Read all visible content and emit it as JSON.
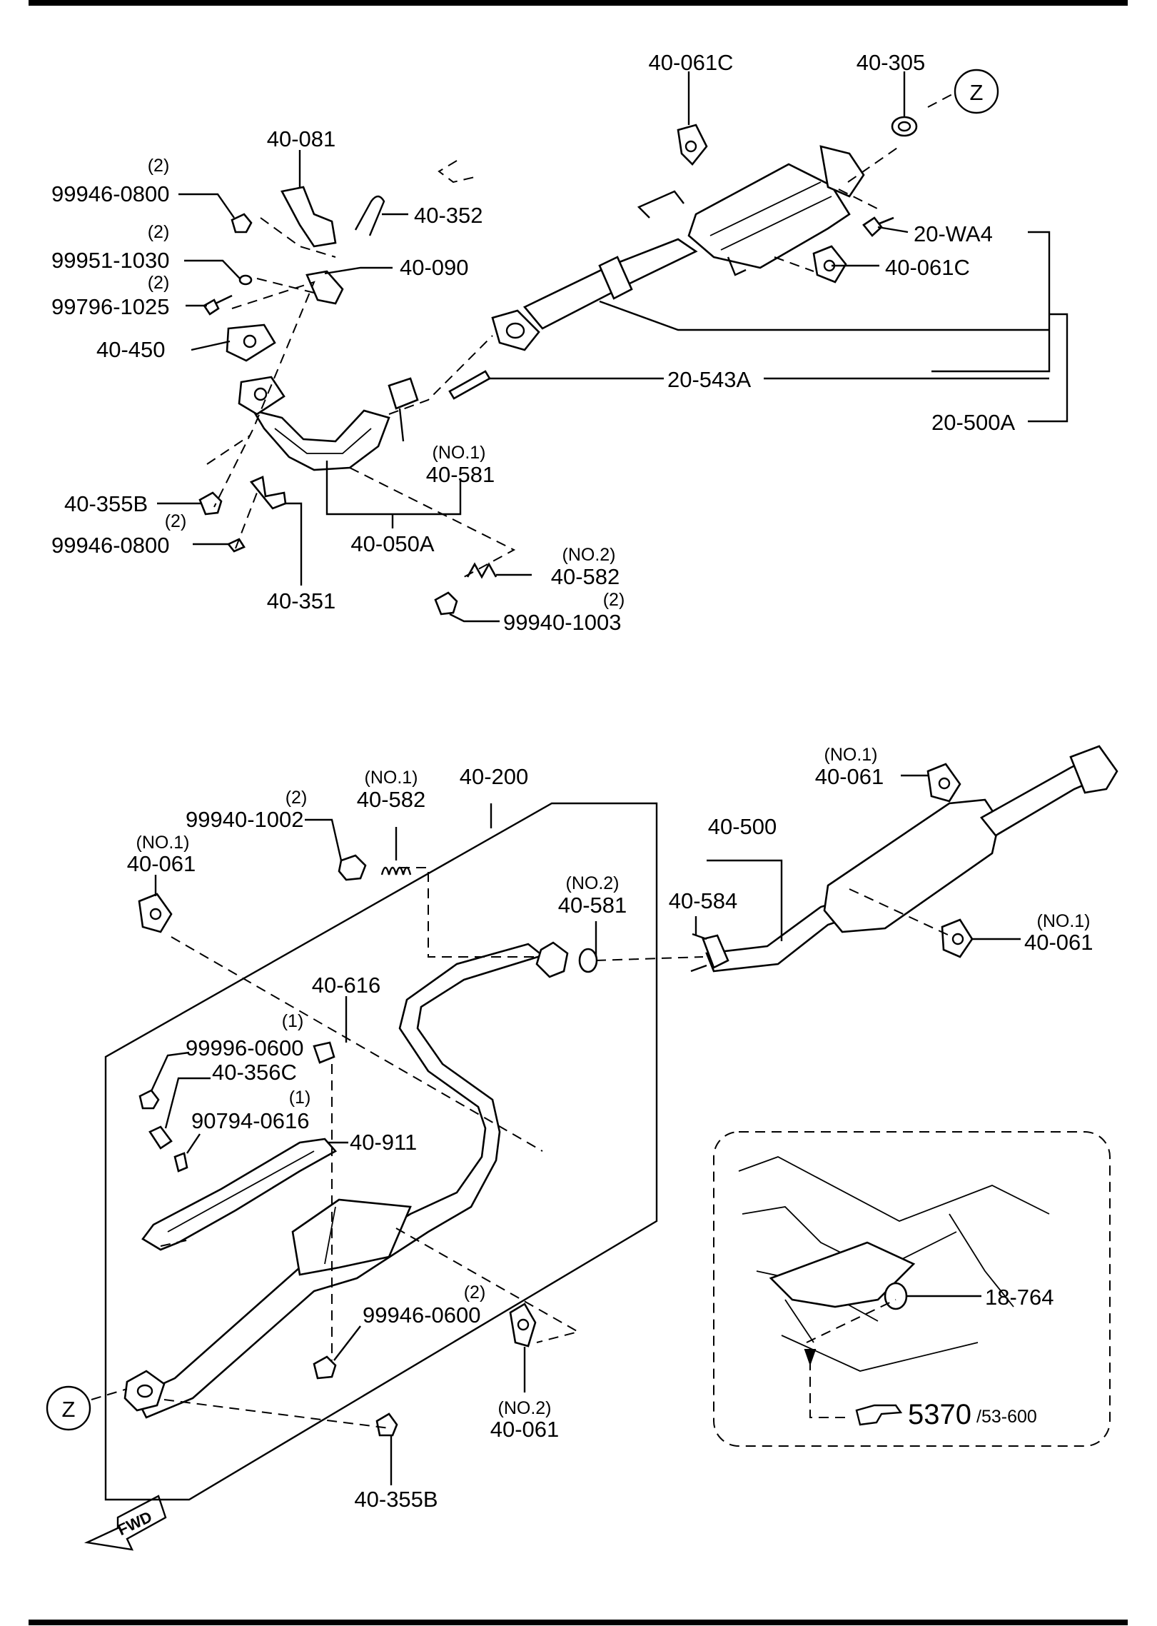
{
  "top_callouts": {
    "c40_061C_top": "40-061C",
    "c40_305": "40-305",
    "c40_081": "40-081",
    "q_99946_0800_top": "(2)",
    "c99946_0800_top": "99946-0800",
    "c40_352": "40-352",
    "q_99951_1030": "(2)",
    "c99951_1030": "99951-1030",
    "c40_090": "40-090",
    "q_99796_1025": "(2)",
    "c99796_1025": "99796-1025",
    "c20_WA4": "20-WA4",
    "c40_061C_mid": "40-061C",
    "c40_450": "40-450",
    "c20_543A": "20-543A",
    "c20_500A": "20-500A",
    "q_40_581_no1": "(NO.1)",
    "c40_581_no1": "40-581",
    "c40_355B_top": "40-355B",
    "q_99946_0800_bot": "(2)",
    "c99946_0800_bot": "99946-0800",
    "c40_050A": "40-050A",
    "q_40_582_no2": "(NO.2)",
    "c40_582_no2": "40-582",
    "q_99940_1003": "(2)",
    "c99940_1003": "99940-1003",
    "c40_351": "40-351"
  },
  "bottom_callouts": {
    "q_40_061_topright": "(NO.1)",
    "c40_061_topright": "40-061",
    "c40_200": "40-200",
    "q_40_582_no1": "(NO.1)",
    "c40_582_no1": "40-582",
    "q_99940_1002": "(2)",
    "c99940_1002": "99940-1002",
    "q_40_061_left": "(NO.1)",
    "c40_061_left": "40-061",
    "c40_500": "40-500",
    "q_40_581_no2": "(NO.2)",
    "c40_581_no2": "40-581",
    "c40_584": "40-584",
    "q_40_061_right": "(NO.1)",
    "c40_061_right": "40-061",
    "c40_616": "40-616",
    "q_99996_0600": "(1)",
    "c99996_0600": "99996-0600",
    "c40_356C": "40-356C",
    "q_90794_0616": "(1)",
    "c90794_0616": "90794-0616",
    "c40_911": "40-911",
    "q_99946_0600": "(2)",
    "c99946_0600": "99946-0600",
    "q_40_061_no2": "(NO.2)",
    "c40_061_no2": "40-061",
    "c40_355B_bot": "40-355B",
    "c18_764": "18-764",
    "ref_main": "5370",
    "ref_sub": "/53-600"
  },
  "markers": {
    "z_top": "Z",
    "z_bottom": "Z",
    "fwd": "FWD"
  }
}
